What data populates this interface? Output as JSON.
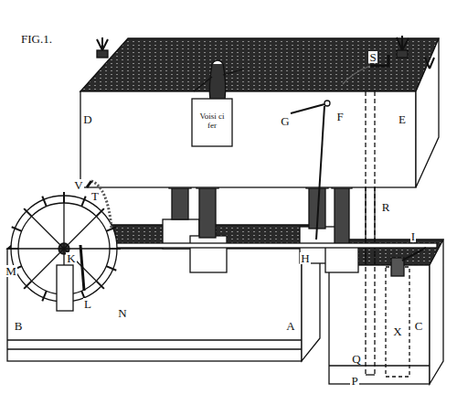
{
  "diagram": {
    "labels": [
      "FIG.1.",
      "Voisi ci fer",
      "D",
      "E",
      "V",
      "T",
      "G",
      "F",
      "S",
      "R",
      "K",
      "H",
      "I",
      "M",
      "L",
      "N",
      "B",
      "A",
      "C",
      "Q",
      "X",
      "P"
    ]
  }
}
